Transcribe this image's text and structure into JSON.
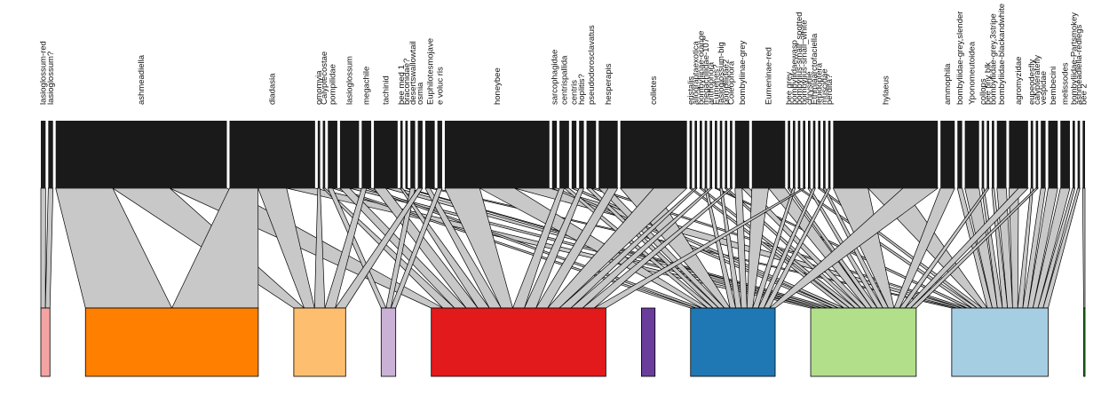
{
  "chart_data": {
    "type": "bipartite",
    "higher_level": [
      {
        "name": "lasioglossum-red",
        "value": 1
      },
      {
        "name": "lasioglossum?",
        "value": 1
      },
      {
        "name": "ashmeadiella",
        "value": 36
      },
      {
        "name": "diadasia",
        "value": 18
      },
      {
        "name": "omomyia",
        "value": 0.5
      },
      {
        "name": "Calyptecostae",
        "value": 0.5
      },
      {
        "name": "pompilidae",
        "value": 2
      },
      {
        "name": "lasioglossum",
        "value": 4
      },
      {
        "name": "megachile",
        "value": 2
      },
      {
        "name": "tachinid",
        "value": 5
      },
      {
        "name": "bee med 1",
        "value": 0.5
      },
      {
        "name": "braconidae?",
        "value": 0.5
      },
      {
        "name": "desertswallowtail",
        "value": 1
      },
      {
        "name": "osmia",
        "value": 1
      },
      {
        "name": "Euphilotesmojave",
        "value": 2
      },
      {
        "name": "e voluc ris",
        "value": 1
      },
      {
        "name": "honeybee",
        "value": 22
      },
      {
        "name": "sarcophagidae",
        "value": 1
      },
      {
        "name": "centrispallida",
        "value": 2
      },
      {
        "name": "centris",
        "value": 1
      },
      {
        "name": "hoplitis?",
        "value": 1
      },
      {
        "name": "pseudodorosclavatus",
        "value": 2
      },
      {
        "name": "hesperapis",
        "value": 4
      },
      {
        "name": "colletes",
        "value": 14
      },
      {
        "name": "eristalis",
        "value": 0.5
      },
      {
        "name": "allograptaexotica",
        "value": 0.5
      },
      {
        "name": "bombyliinae-orange",
        "value": 0.5
      },
      {
        "name": "megachilidae-107",
        "value": 0.5
      },
      {
        "name": "anthophora",
        "value": 0.5
      },
      {
        "name": "Eumenes?",
        "value": 0.5
      },
      {
        "name": "lasioglossum-big",
        "value": 0.5
      },
      {
        "name": "pompilidae2",
        "value": 0.5
      },
      {
        "name": "Coleophora",
        "value": 0.5
      },
      {
        "name": "bombyliinae-grey",
        "value": 3
      },
      {
        "name": "Eumeninae-red",
        "value": 7
      },
      {
        "name": "bee grey",
        "value": 0.5
      },
      {
        "name": "bombyliidaewasp",
        "value": 0.5
      },
      {
        "name": "bombylius-small_spotted",
        "value": 0.5
      },
      {
        "name": "bombylius-small_white",
        "value": 0.5
      },
      {
        "name": "chrysidie",
        "value": 0.5
      },
      {
        "name": "Ethmiaarctofaciella",
        "value": 0.5
      },
      {
        "name": "lepidoptera",
        "value": 0.5
      },
      {
        "name": "muscidae",
        "value": 0.5
      },
      {
        "name": "perdita?",
        "value": 0.5
      },
      {
        "name": "hylaeus",
        "value": 22
      },
      {
        "name": "ammophila",
        "value": 3
      },
      {
        "name": "bombyliidae-grey,slender",
        "value": 1
      },
      {
        "name": "Yponomeutoidea",
        "value": 3
      },
      {
        "name": "collops",
        "value": 0.5
      },
      {
        "name": "bee tiny blk",
        "value": 0.5
      },
      {
        "name": "bombyliidae-grey,3stripe",
        "value": 0.5
      },
      {
        "name": "bombyliidae-blackandwhite",
        "value": 2
      },
      {
        "name": "agromyzidae",
        "value": 4
      },
      {
        "name": "eupeodesfly",
        "value": 0.5
      },
      {
        "name": "calypteratefly",
        "value": 0.5
      },
      {
        "name": "vespidae",
        "value": 1
      },
      {
        "name": "bembecini",
        "value": 2
      },
      {
        "name": "melissodes",
        "value": 2
      },
      {
        "name": "bombyliidae-Partsmokey",
        "value": 0.5
      },
      {
        "name": "ashmeadiella-redlegs",
        "value": 0.5
      },
      {
        "name": "bee 2",
        "value": 0.5
      }
    ],
    "lower_level": [
      {
        "color": "#f4a3a3",
        "value": 1
      },
      {
        "color": "#ff7f00",
        "value": 19
      },
      {
        "color": "#fdbf6f",
        "value": 5.7
      },
      {
        "color": "#cab2d6",
        "value": 1.6
      },
      {
        "color": "#e31a1c",
        "value": 19.2
      },
      {
        "color": "#6a3d9a",
        "value": 1.5
      },
      {
        "color": "#1f78b4",
        "value": 9.3
      },
      {
        "color": "#b2df8a",
        "value": 11.6
      },
      {
        "color": "#a6cee3",
        "value": 10.6
      },
      {
        "color": "#33a02c",
        "value": 0.15
      }
    ],
    "interactions": [
      [
        0,
        0
      ],
      [
        1,
        0
      ],
      [
        2,
        1
      ],
      [
        2,
        2
      ],
      [
        2,
        4
      ],
      [
        3,
        1
      ],
      [
        3,
        2
      ],
      [
        3,
        7
      ],
      [
        4,
        2
      ],
      [
        5,
        4
      ],
      [
        6,
        3
      ],
      [
        6,
        6
      ],
      [
        7,
        4
      ],
      [
        7,
        7
      ],
      [
        8,
        2
      ],
      [
        8,
        6
      ],
      [
        9,
        4
      ],
      [
        9,
        7
      ],
      [
        10,
        4
      ],
      [
        11,
        7
      ],
      [
        12,
        3
      ],
      [
        13,
        2
      ],
      [
        14,
        4
      ],
      [
        14,
        8
      ],
      [
        15,
        3
      ],
      [
        16,
        4
      ],
      [
        16,
        6
      ],
      [
        16,
        8
      ],
      [
        17,
        7
      ],
      [
        18,
        4
      ],
      [
        18,
        6
      ],
      [
        19,
        7
      ],
      [
        20,
        4
      ],
      [
        21,
        6
      ],
      [
        21,
        8
      ],
      [
        22,
        6
      ],
      [
        22,
        4
      ],
      [
        23,
        6
      ],
      [
        23,
        4
      ],
      [
        24,
        7
      ],
      [
        25,
        4
      ],
      [
        26,
        7
      ],
      [
        27,
        6
      ],
      [
        28,
        4
      ],
      [
        29,
        8
      ],
      [
        30,
        6
      ],
      [
        31,
        7
      ],
      [
        32,
        4
      ],
      [
        33,
        6
      ],
      [
        33,
        7
      ],
      [
        34,
        6
      ],
      [
        34,
        7
      ],
      [
        35,
        7
      ],
      [
        36,
        6
      ],
      [
        37,
        8
      ],
      [
        38,
        4
      ],
      [
        39,
        7
      ],
      [
        40,
        6
      ],
      [
        41,
        8
      ],
      [
        42,
        7
      ],
      [
        43,
        6
      ],
      [
        44,
        7
      ],
      [
        44,
        8
      ],
      [
        44,
        6
      ],
      [
        45,
        7
      ],
      [
        46,
        8
      ],
      [
        47,
        8
      ],
      [
        48,
        8
      ],
      [
        49,
        7
      ],
      [
        50,
        8
      ],
      [
        51,
        8
      ],
      [
        52,
        8
      ],
      [
        52,
        7
      ],
      [
        53,
        8
      ],
      [
        54,
        7
      ],
      [
        55,
        8
      ],
      [
        56,
        8
      ],
      [
        57,
        8
      ],
      [
        58,
        8
      ],
      [
        59,
        8
      ],
      [
        60,
        9
      ]
    ],
    "grid": false,
    "legend": "none"
  }
}
